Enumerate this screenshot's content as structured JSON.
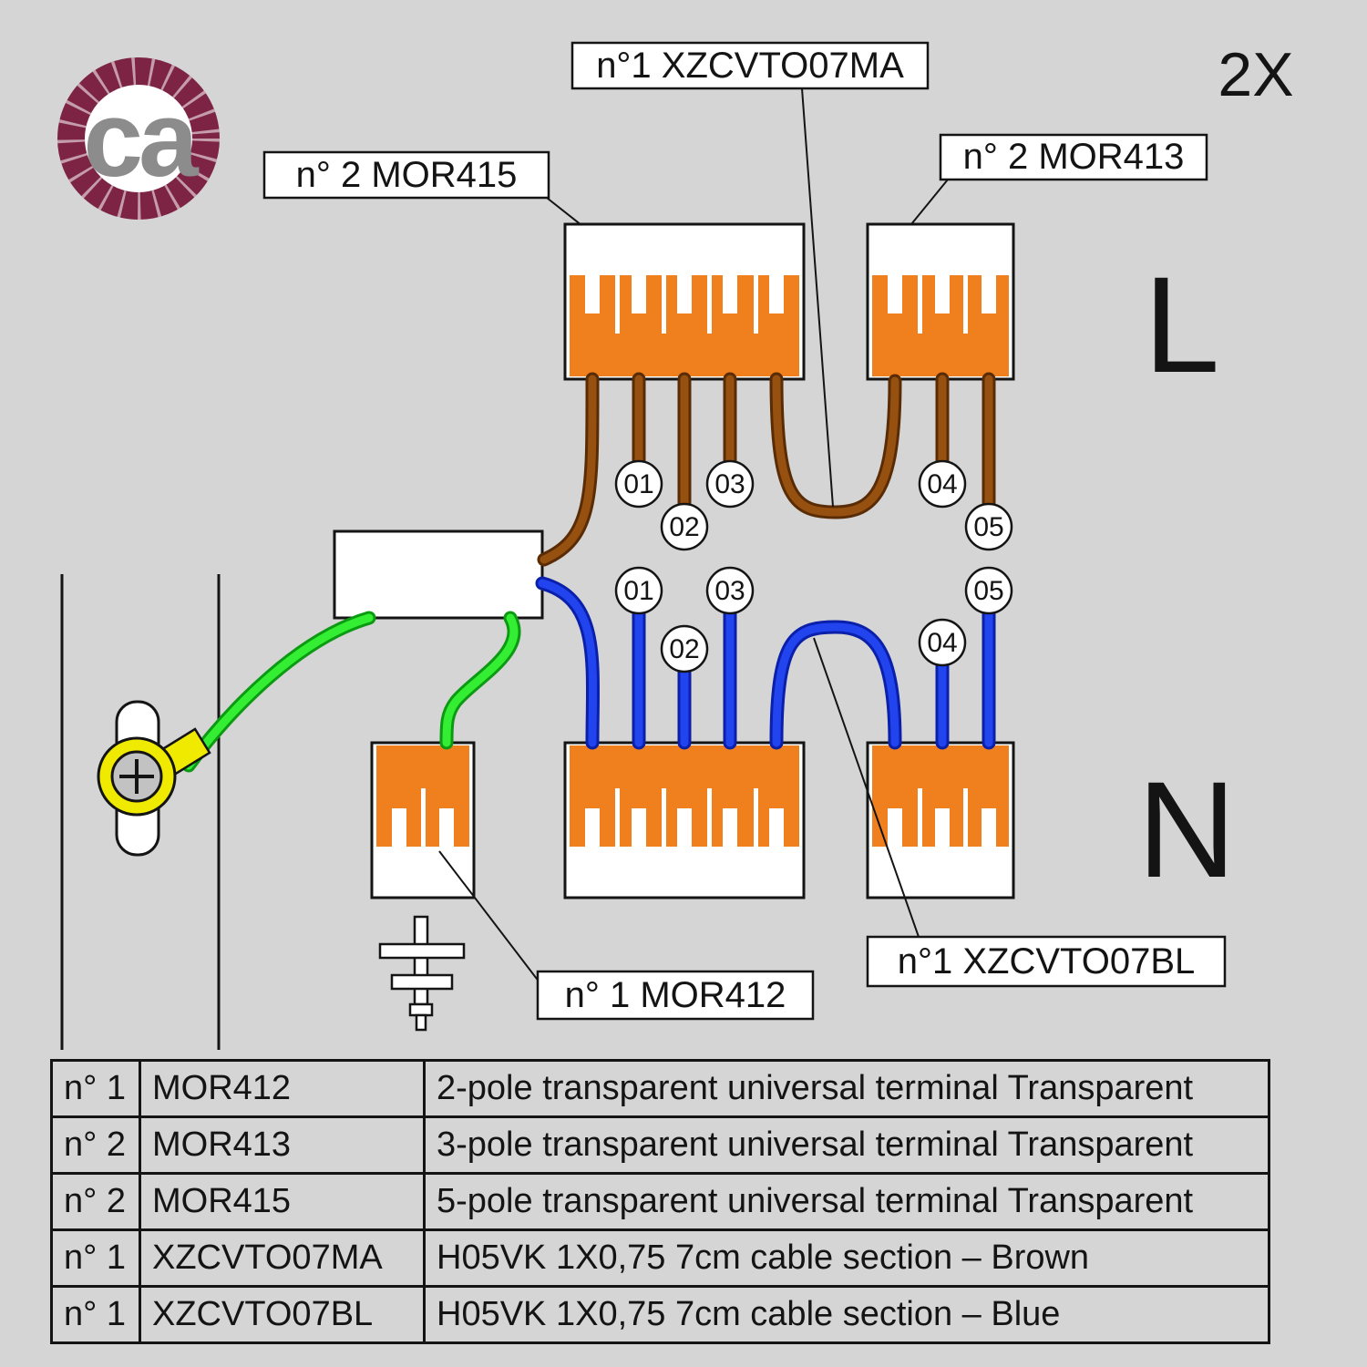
{
  "page": {
    "quantity_note": "2X",
    "phase_letter": "L",
    "neutral_letter": "N"
  },
  "logo": {
    "text": "ca"
  },
  "labels": {
    "xzcvto07ma": "n°1 XZCVTO07MA",
    "mor415": "n° 2 MOR415",
    "mor413": "n° 2  MOR413",
    "xzcvto07bl": "n°1 XZCVTO07BL",
    "mor412": "n° 1 MOR412"
  },
  "callouts": {
    "top": [
      "01",
      "02",
      "03",
      "04",
      "05"
    ],
    "bottom": [
      "01",
      "02",
      "03",
      "04",
      "05"
    ]
  },
  "colors": {
    "background": "#d5d5d5",
    "terminal_orange": "#f07f1d",
    "wire_brown": "#96500f",
    "wire_brown_dark": "#5a2c05",
    "wire_blue": "#2244ee",
    "wire_blue_dark": "#0a1faa",
    "wire_green": "#33ee33",
    "wire_green_dark": "#0c9a12",
    "eyelet_yellow": "#f0ea00",
    "rope_maroon": "#7d2444"
  },
  "bom_table": {
    "rows": [
      {
        "qty": "n° 1",
        "code": "MOR412",
        "desc": "2-pole transparent universal terminal Transparent"
      },
      {
        "qty": "n° 2",
        "code": "MOR413",
        "desc": "3-pole transparent universal terminal Transparent"
      },
      {
        "qty": "n° 2",
        "code": "MOR415",
        "desc": "5-pole transparent universal terminal Transparent"
      },
      {
        "qty": "n° 1",
        "code": "XZCVTO07MA",
        "desc": "H05VK 1X0,75 7cm cable section – Brown"
      },
      {
        "qty": "n° 1",
        "code": "XZCVTO07BL",
        "desc": "H05VK 1X0,75 7cm cable section – Blue"
      }
    ]
  }
}
